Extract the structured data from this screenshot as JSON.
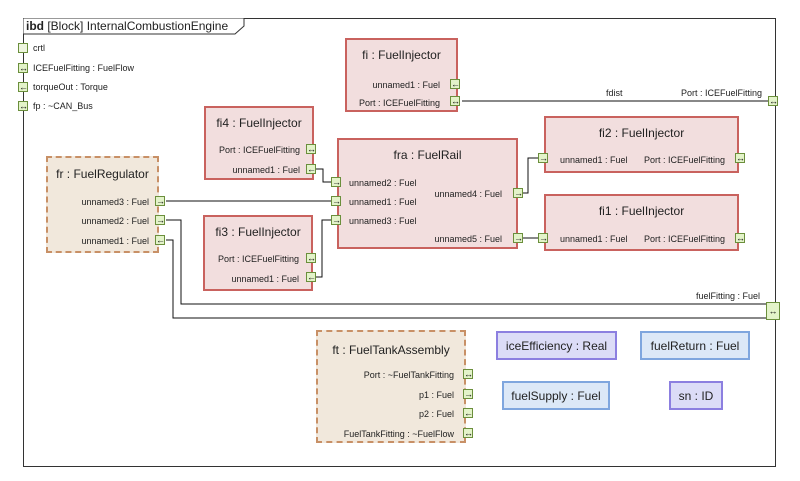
{
  "frame": {
    "kind": "ibd",
    "title": "[Block] InternalCombustionEngine"
  },
  "boundary_ports": [
    {
      "label": "crtl"
    },
    {
      "label": "ICEFuelFitting : FuelFlow"
    },
    {
      "label": "torqueOut : Torque"
    },
    {
      "label": "fp : ~CAN_Bus"
    }
  ],
  "blocks": {
    "fi": {
      "title": "fi : FuelInjector",
      "ports": [
        "unnamed1 : Fuel",
        "Port : ICEFuelFitting"
      ]
    },
    "fi4": {
      "title": "fi4 : FuelInjector",
      "ports": [
        "Port : ICEFuelFitting",
        "unnamed1 : Fuel"
      ]
    },
    "fi3": {
      "title": "fi3 : FuelInjector",
      "ports": [
        "Port : ICEFuelFitting",
        "unnamed1 : Fuel"
      ]
    },
    "fra": {
      "title": "fra : FuelRail",
      "ports": [
        "unnamed2 : Fuel",
        "unnamed1 : Fuel",
        "unnamed3 : Fuel",
        "unnamed4 : Fuel",
        "unnamed5 : Fuel"
      ]
    },
    "fi2": {
      "title": "fi2 : FuelInjector",
      "ports": [
        "unnamed1 : Fuel",
        "Port : ICEFuelFitting"
      ]
    },
    "fi1": {
      "title": "fi1 : FuelInjector",
      "ports": [
        "unnamed1 : Fuel",
        "Port : ICEFuelFitting"
      ]
    },
    "fr": {
      "title": "fr : FuelRegulator",
      "ports": [
        "unnamed3 : Fuel",
        "unnamed2 : Fuel",
        "unnamed1 : Fuel"
      ]
    },
    "ft": {
      "title": "ft : FuelTankAssembly",
      "ports": [
        "Port : ~FuelTankFitting",
        "p1 : Fuel",
        "p2 : Fuel",
        "FuelTankFitting : ~FuelFlow"
      ]
    }
  },
  "values": {
    "iceEfficiency": "iceEfficiency : Real",
    "fuelReturn": "fuelReturn : Fuel",
    "fuelSupply": "fuelSupply : Fuel",
    "sn": "sn : ID"
  },
  "connector_labels": {
    "fdist": "fdist",
    "outer_port_right": "Port : ICEFuelFitting",
    "fuel_fitting": "fuelFitting : Fuel"
  },
  "colors": {
    "part_fill": "#f2dede",
    "part_border": "#c9625e",
    "regulator_fill": "#f1e8dc",
    "regulator_border": "#c89066",
    "value_purple": "#dcdcf7",
    "value_blue": "#dce8f7",
    "port_fill": "#e3f3c9"
  }
}
